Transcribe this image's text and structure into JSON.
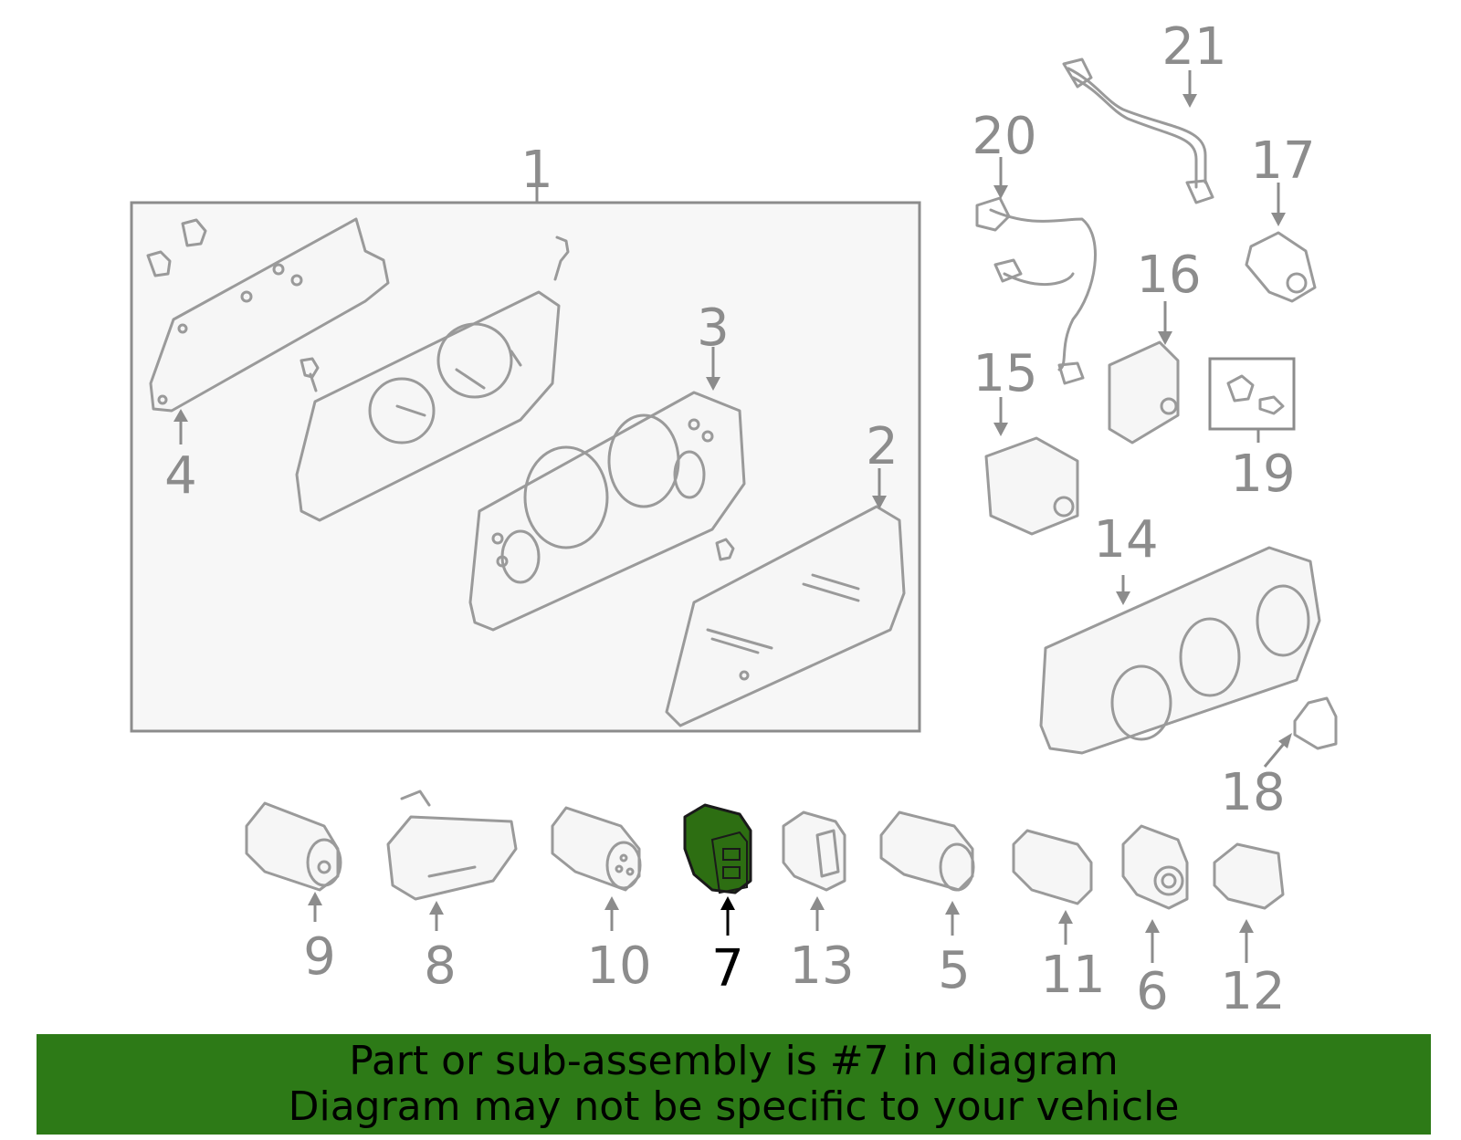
{
  "colors": {
    "highlight": "#2d6e12",
    "banner": "#2d7a17",
    "callout": "#8c8c8c",
    "line": "#9a9a9a"
  },
  "callouts": {
    "c1": "1",
    "c2": "2",
    "c3": "3",
    "c4": "4",
    "c5": "5",
    "c6": "6",
    "c7": "7",
    "c8": "8",
    "c9": "9",
    "c10": "10",
    "c11": "11",
    "c12": "12",
    "c13": "13",
    "c14": "14",
    "c15": "15",
    "c16": "16",
    "c17": "17",
    "c18": "18",
    "c19": "19",
    "c20": "20",
    "c21": "21"
  },
  "highlighted_part": "7",
  "banner": {
    "line1": "Part or sub-assembly is #7 in diagram",
    "line2": "Diagram may not be specific to your vehicle"
  }
}
